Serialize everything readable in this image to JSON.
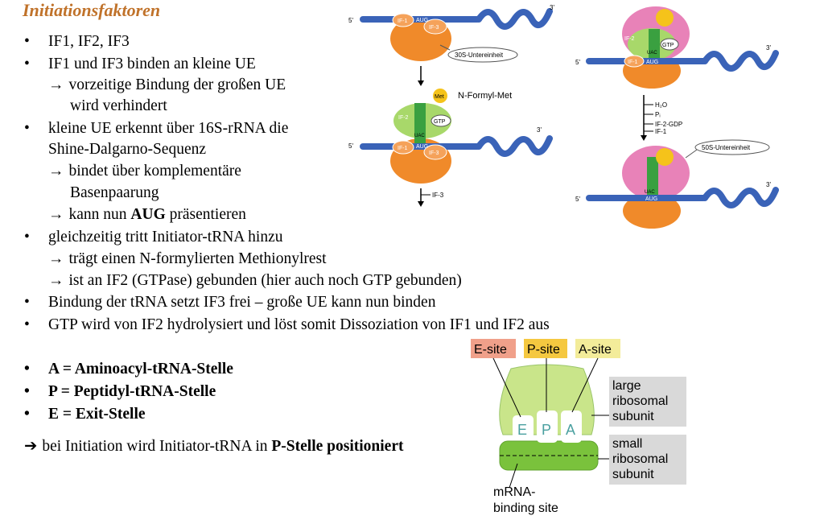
{
  "title": "Initiationsfaktoren",
  "bullets": {
    "b1": "IF1, IF2, IF3",
    "b2": "IF1 und IF3 binden an kleine UE",
    "b2a": "vorzeitige Bindung der großen UE",
    "b2a_cont": "wird verhindert",
    "b3": "kleine UE erkennt über 16S-rRNA die",
    "b3_cont": "Shine-Dalgarno-Sequenz",
    "b3a": "bindet über komplementäre",
    "b3a_cont": "Basenpaarung",
    "b3b_pre": "kann nun ",
    "b3b_bold": "AUG",
    "b3b_post": " präsentieren",
    "b4": "gleichzeitig tritt Initiator-tRNA hinzu",
    "b4a": "trägt einen N-formylierten Methionylrest",
    "b4b": "ist an IF2 (GTPase) gebunden (hier auch noch GTP gebunden)",
    "b5": "Bindung der tRNA setzt IF3 frei – große UE kann nun binden",
    "b6": "GTP wird von IF2 hydrolysiert und löst somit Dissoziation von IF1 und IF2 aus",
    "site_a": "A = Aminoacyl-tRNA-Stelle",
    "site_p": "P = Peptidyl-tRNA-Stelle",
    "site_e": "E = Exit-Stelle",
    "conclusion_pre": "bei Initiation wird Initiator-tRNA in ",
    "conclusion_bold": "P-Stelle positioniert"
  },
  "arrow_glyph": "→",
  "bold_arrow_glyph": "➔",
  "diagram1": {
    "end5": "5'",
    "end3": "3'",
    "if1": "IF-1",
    "aug": "AUG",
    "if3": "IF-3",
    "sub30s": "30S-Untereinheit",
    "met": "Met",
    "fmet_label": "N-Formyl-Met",
    "if2": "IF-2",
    "gtp": "GTP",
    "uac": "UAC",
    "release_if3": "IF-3"
  },
  "diagram2": {
    "end5": "5'",
    "end3": "3'",
    "if2": "IF-2",
    "gtp": "GTP",
    "uac": "UAC",
    "if1": "IF-1",
    "aug": "AUG",
    "h2o": "H₂O",
    "pi": "Pᵢ",
    "if2gdp": "IF-2-GDP",
    "if1_release": "IF-1",
    "sub50s": "50S-Untereinheit"
  },
  "ribosome": {
    "e_site": "E-site",
    "p_site": "P-site",
    "a_site": "A-site",
    "e": "E",
    "p": "P",
    "a": "A",
    "large_l1": "large",
    "large_l2": "ribosomal",
    "large_l3": "subunit",
    "small_l1": "small",
    "small_l2": "ribosomal",
    "small_l3": "subunit",
    "mrna_l1": "mRNA-",
    "mrna_l2": "binding site"
  },
  "colors": {
    "title": "#c0722a",
    "mrna": "#3a63b8",
    "small_subunit": "#f08a2a",
    "if_factor": "#f5a25a",
    "trna_light": "#a8d86a",
    "trna_dark": "#3aa040",
    "large_subunit_pink": "#e882b8",
    "met_yellow": "#f5c31a",
    "site_e_bg": "#f0a08a",
    "site_p_bg": "#f5c840",
    "site_a_bg": "#f3ec9a",
    "ribo_large": "#c9e58a",
    "ribo_small": "#7ac23c",
    "label_box": "#d9d9d9"
  }
}
